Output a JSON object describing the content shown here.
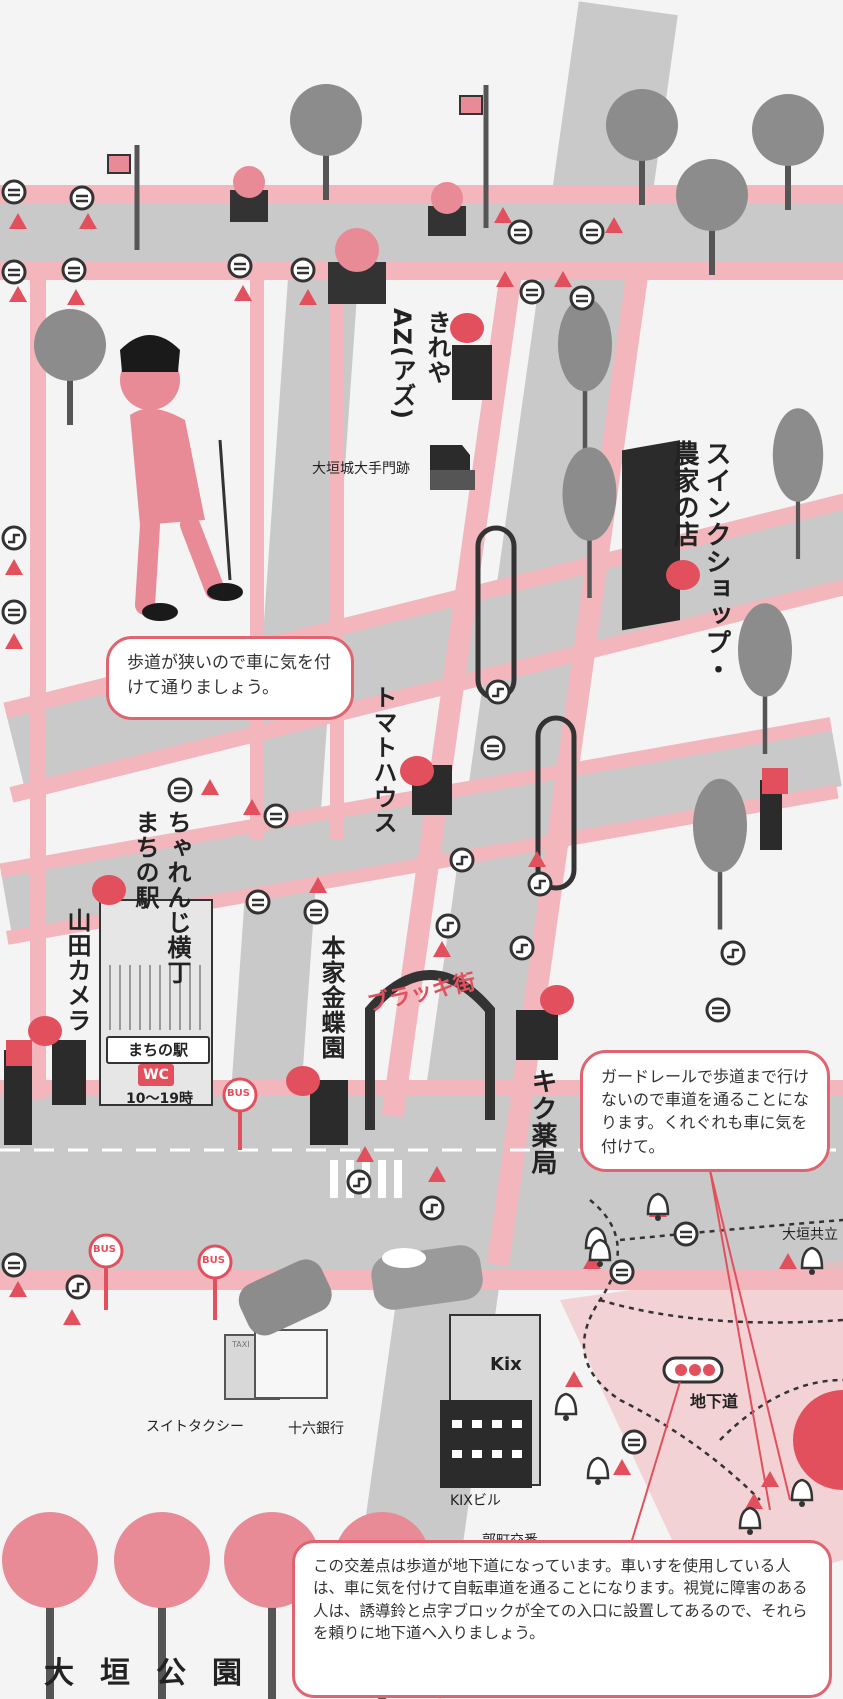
{
  "colors": {
    "sidewalk": "#f2b6bc",
    "accent": "#e2505d",
    "road": "#c9c9c9",
    "block": "#f4f4f4",
    "tree": "#8c8c8c",
    "pink_tree": "#e98b96"
  },
  "shops": {
    "kireya": "きれや",
    "az": "AZ(アズ)",
    "swink": "スインクショップ・",
    "nouka": "農家の店",
    "tomato": "トマトハウス",
    "charenji": "ちゃれんじ横丁",
    "machinoeki": "まちの駅",
    "yamada": "山田カメラ",
    "honke": "本家金蝶園",
    "kiku": "キク薬局"
  },
  "places": {
    "otemon": "大垣城大手門跡",
    "suito_taxi": "スイトタクシー",
    "juroku": "十六銀行",
    "kix_bldg": "KIXビル",
    "kix_sign": "Kix",
    "koban": "郭町交番",
    "chikado": "地下道",
    "kyoritsu": "大垣共立",
    "arcade": "ブラッキ街",
    "park": [
      "大",
      "垣",
      "公",
      "園"
    ]
  },
  "machinoeki_sign": {
    "name": "まちの駅",
    "wc": "WC",
    "hours": "10～19時"
  },
  "bus_label": "BUS",
  "taxi_label": "TAXI",
  "notes": {
    "narrow": "歩道が狭いので車に気を付けて通りましょう。",
    "guardrail": "ガードレールで歩道まで行けないので車道を通ることになります。くれぐれも車に気を付けて。",
    "underpass": "この交差点は歩道が地下道になっています。車いすを使用している人は、車に気を付けて自転車道を通ることになります。視覚に障害のある人は、誘導鈴と点字ブロックが全ての入口に設置してあるので、それらを頼りに地下道へ入りましょう。"
  },
  "icons": [
    "accessible-shop-icon",
    "wheelchair-sign-icon",
    "curb-ramp-icon",
    "warning-triangle-icon",
    "bell-icon",
    "bus-stop-icon",
    "phone-icon",
    "post-box-icon",
    "traffic-signal-icon",
    "tree-icon",
    "car-icon",
    "person-icon"
  ]
}
